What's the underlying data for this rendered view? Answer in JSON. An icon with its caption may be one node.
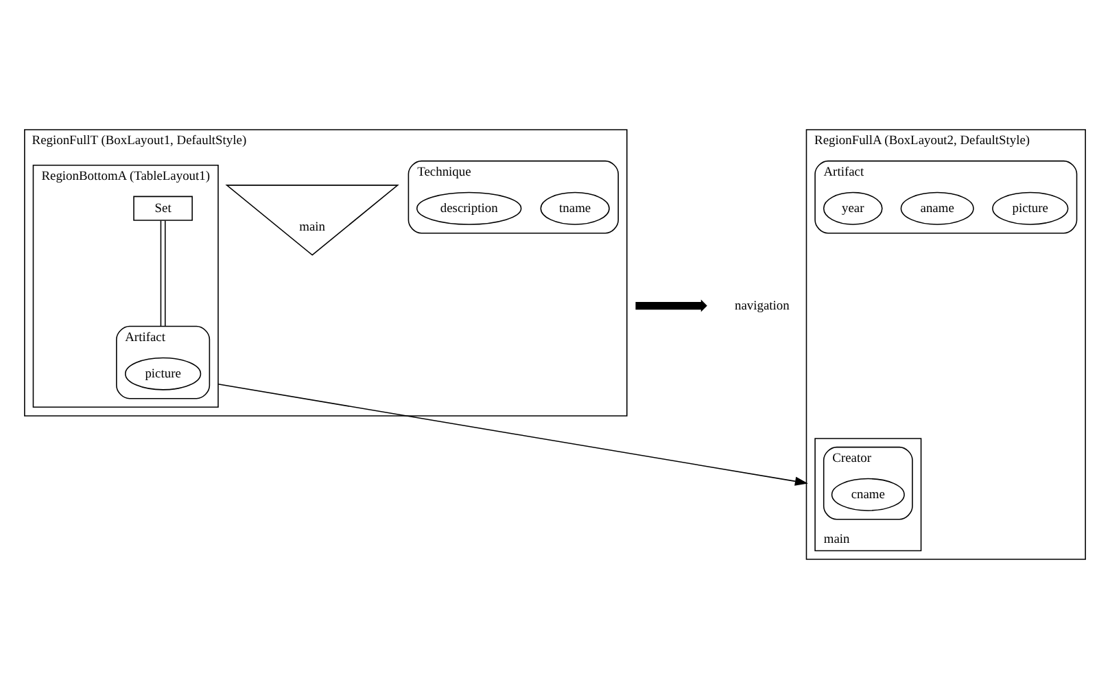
{
  "diagram": {
    "nodes": [
      {
        "text": [
          "RegionFullT (BoxLayout1, DefaultStyle)"
        ]
      },
      {
        "text": [
          "main"
        ],
        "in": 0
      },
      {
        "text": [
          "Technique"
        ],
        "in": 0
      },
      {
        "text": [
          "tname"
        ],
        "in": 2
      },
      {
        "text": [
          "description"
        ],
        "in": 2
      },
      {
        "text": [
          "RegionBottomA (TableLayout1)"
        ],
        "in": 0
      },
      {
        "text": [
          "Artifact"
        ],
        "in": 5
      },
      {
        "text": [
          "picture"
        ],
        "in": 6
      },
      {
        "text": [
          "Set"
        ],
        "in": 5
      },
      {
        "text": [
          "RegionFullA (BoxLayout2, DefaultStyle)"
        ]
      },
      {
        "text": [
          "main"
        ],
        "in": 9
      },
      {
        "text": [
          "Artifact"
        ],
        "in": 9
      },
      {
        "text": [
          "picture"
        ],
        "in": 11
      },
      {
        "text": [
          "aname"
        ],
        "in": 11
      },
      {
        "text": [
          "year"
        ],
        "in": 11
      },
      {
        "text": [
          "Creator"
        ],
        "in": 10
      },
      {
        "text": [
          "cname"
        ],
        "in": 15
      }
    ],
    "edges": [
      {
        "from": 8,
        "to": 6,
        "arrow": "none"
      },
      {
        "from": 5,
        "to": 9,
        "arrow": "to"
      }
    ],
    "legend": [
      {
        "text": "navigation"
      }
    ]
  }
}
